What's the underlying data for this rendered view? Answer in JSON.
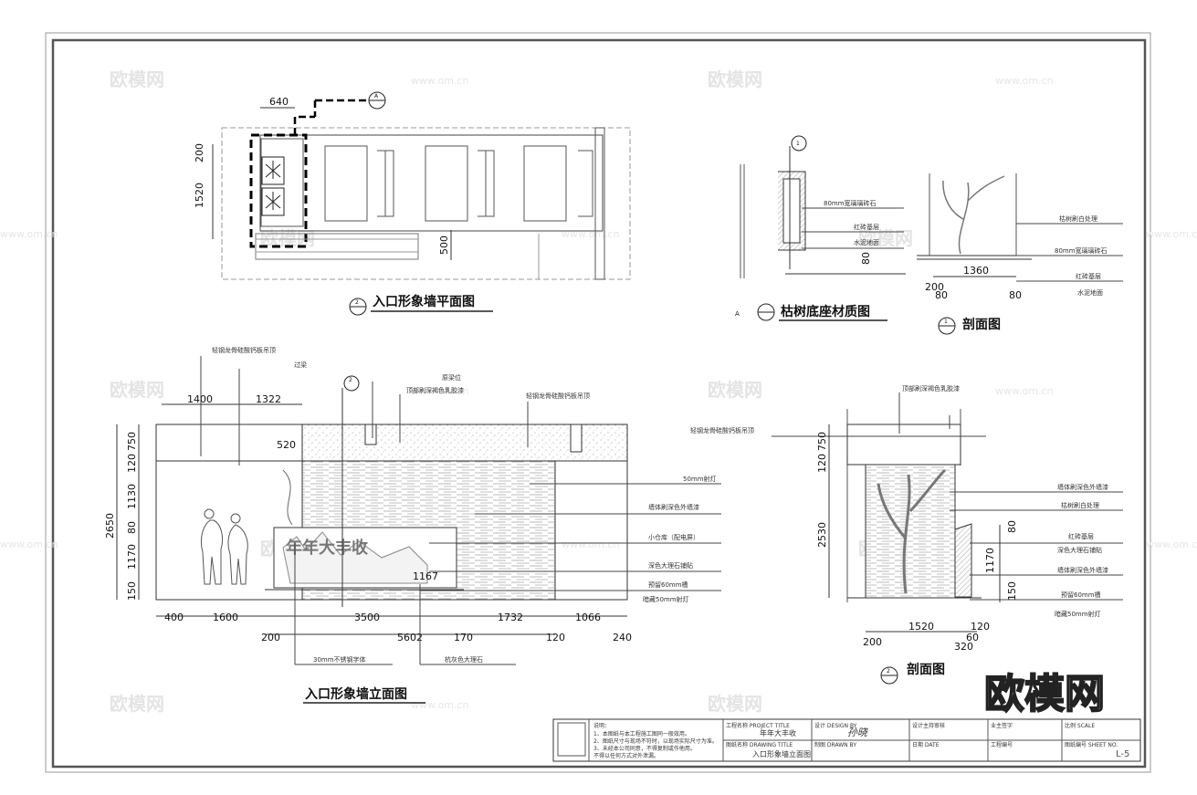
{
  "views": {
    "plan": {
      "title": "入口形象墙平面图",
      "num": "2",
      "section_mark": "A",
      "dims": [
        "640",
        "200",
        "1520",
        "500"
      ]
    },
    "detail": {
      "title": "枯树底座材质图",
      "num": "A",
      "section_mark": "1",
      "labels": [
        "80mm宽璃璃砖石",
        "红砖基层",
        "水泥地面"
      ],
      "dims": [
        "80"
      ]
    },
    "section1": {
      "title": "剖面图",
      "num": "1",
      "labels": [
        "枯树刷白处理",
        "80mm宽璃璃砖石",
        "红砖基层",
        "水泥地面"
      ],
      "dims": [
        "1360",
        "200",
        "80",
        "80"
      ]
    },
    "elevation": {
      "title": "入口形象墙立面图",
      "num": "2",
      "slogan": "年年大丰收",
      "top_labels": [
        "轻钢龙骨硅酸钙板吊顶",
        "过梁",
        "原梁位",
        "顶部刷深褐色乳胶漆",
        "轻钢龙骨硅酸钙板吊顶"
      ],
      "right_labels": [
        "50mm射灯",
        "墙体刷深色外墙漆",
        "小仓库（配电屏）",
        "深色大理石铺贴",
        "预留60mm槽",
        "暗藏50mm射灯"
      ],
      "bottom_labels": [
        "30mm不锈钢字体",
        "杭灰色大理石"
      ],
      "dims_top": [
        "1400",
        "1322",
        "520"
      ],
      "dims_left": [
        "750",
        "120",
        "1130",
        "80",
        "1170",
        "150"
      ],
      "dim_total_h": "2650",
      "dims_bottom": [
        "400",
        "1600",
        "3500",
        "1732",
        "1066",
        "200",
        "5602",
        "170",
        "120",
        "240"
      ],
      "dim_inner": "1167"
    },
    "section2": {
      "title": "剖面图",
      "num": "2",
      "labels": [
        "顶部刷深褐色乳胶漆",
        "轻钢龙骨硅酸钙板吊顶",
        "墙体刷深色外墙漆",
        "枯树刷白处理",
        "红砖基层",
        "深色大理石铺贴",
        "墙体刷深色外墙漆",
        "预留60mm槽",
        "暗藏50mm射灯"
      ],
      "dims_left": [
        "750",
        "120",
        "2530"
      ],
      "dims_right": [
        "80",
        "1170",
        "150"
      ],
      "dims_bottom": [
        "1520",
        "120",
        "200",
        "60",
        "320"
      ]
    }
  },
  "watermark": {
    "brand": "欧模网",
    "url": "www.om.cn"
  },
  "title_block": {
    "notes_header": "说明：",
    "notes": [
      "1、本图纸与本工程施工图同一般效用。",
      "2、图纸尺寸与现场不符时，以现场实际尺寸为准。",
      "3、未经本公司同意，不得复制或作他用。",
      "不得以任何方式对外泄漏。"
    ],
    "project_label": "工程名称 PROJECT TITLE",
    "project_value": "年年大丰收",
    "drawing_label": "图纸名称 DRAWING TITLE",
    "drawing_value": "入口形象墙立面图",
    "design_label": "设计 DESIGN BY",
    "designer_label": "设计主持审核",
    "project_manager_label": "业主签字",
    "draw_label": "制图 DRAWN BY",
    "date_label": "日期 DATE",
    "no_label": "工程编号",
    "scale_label": "比例 SCALE",
    "sheet_label": "图纸编号 SHEET NO.",
    "sheet_no": "L-5",
    "signature": "孙晓"
  },
  "logo_text": "欧模网"
}
